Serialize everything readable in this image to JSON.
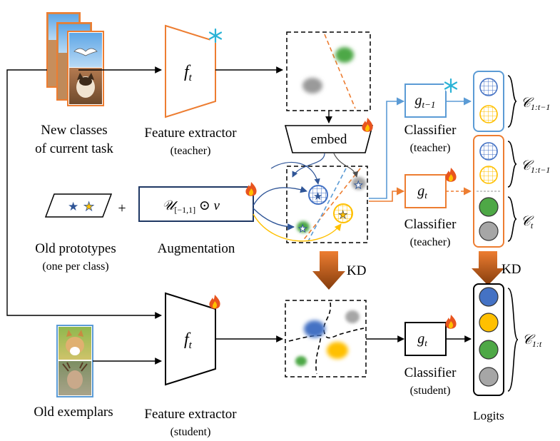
{
  "labels": {
    "new_classes_line1": "New classes",
    "new_classes_line2": "of current task",
    "fe_teacher_title": "Feature extractor",
    "fe_teacher_sub": "(teacher)",
    "fe_student_title": "Feature extractor",
    "fe_student_sub": "(student)",
    "old_prototypes": "Old prototypes",
    "old_prototypes_sub": "(one per class)",
    "augmentation": "Augmentation",
    "old_exemplars": "Old exemplars",
    "embed": "embed",
    "kd": "KD",
    "classifier": "Classifier",
    "teacher": "(teacher)",
    "student": "(student)",
    "logits": "Logits",
    "plus": "+"
  },
  "math": {
    "f": "f",
    "f_sub": "t",
    "g": "g",
    "g_prev_sub": "t−1",
    "g_sub": "t",
    "aug_U": "𝒰",
    "aug_range": "[−1,1]",
    "aug_odot": "⊙",
    "aug_v": "v⃗",
    "c": "𝒞",
    "c_prev_sub": "1:t−1",
    "c_t_sub": "t",
    "c_all_sub": "1:t"
  },
  "icons": {
    "frozen": "snowflake-icon",
    "trainable": "fire-icon"
  },
  "colors": {
    "orange": "#ED7D31",
    "blue": "#5B9BD5",
    "dark_blue": "#1F3864",
    "yellow": "#FFC000",
    "green": "#4EA846",
    "gray": "#A6A6A6",
    "logit_blue": "#4472C4",
    "brown": "#843C0C"
  }
}
